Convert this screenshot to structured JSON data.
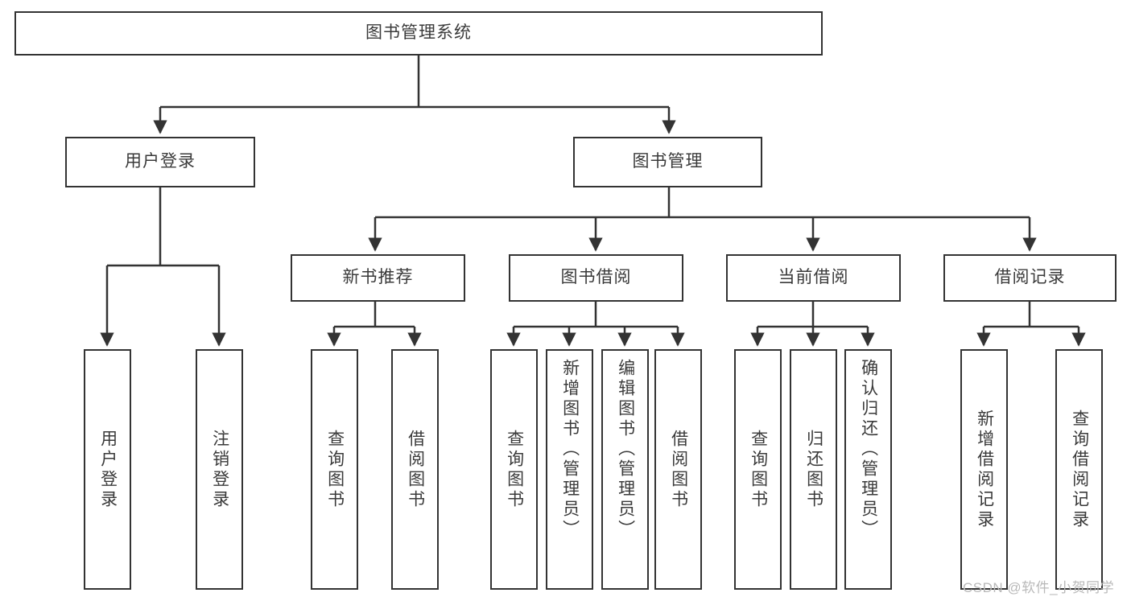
{
  "diagram": {
    "title": "图书管理系统",
    "type": "tree-hierarchy-diagram",
    "root": {
      "label": "图书管理系统"
    },
    "level2": [
      {
        "label": "用户登录"
      },
      {
        "label": "图书管理"
      }
    ],
    "level3": [
      {
        "label": "新书推荐"
      },
      {
        "label": "图书借阅"
      },
      {
        "label": "当前借阅"
      },
      {
        "label": "借阅记录"
      }
    ],
    "leaves": {
      "user_login": [
        {
          "label": "用户登录"
        },
        {
          "label": "注销登录"
        }
      ],
      "new_book_recommend": [
        {
          "label": "查询图书"
        },
        {
          "label": "借阅图书"
        }
      ],
      "book_borrow": [
        {
          "label": "查询图书"
        },
        {
          "label": "新增图书（管理员）"
        },
        {
          "label": "编辑图书（管理员）"
        },
        {
          "label": "借阅图书"
        }
      ],
      "current_borrow": [
        {
          "label": "查询图书"
        },
        {
          "label": "归还图书"
        },
        {
          "label": "确认归还（管理员）"
        }
      ],
      "borrow_record": [
        {
          "label": "新增借阅记录"
        },
        {
          "label": "查询借阅记录"
        }
      ]
    }
  },
  "watermark": {
    "text": "CSDN @软件_小贺同学"
  },
  "colors": {
    "stroke": "#333333",
    "text": "#3a3a3a",
    "background": "#ffffff",
    "watermark": "#b9b9b9"
  }
}
